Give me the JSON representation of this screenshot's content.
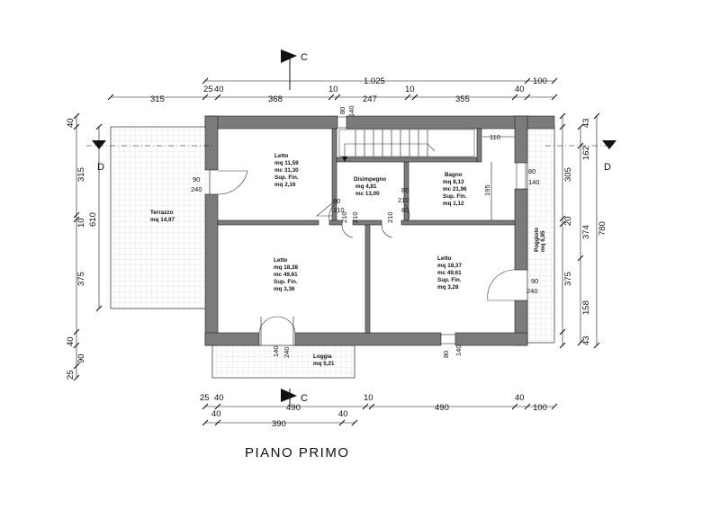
{
  "plan": {
    "title": "PIANO PRIMO",
    "section_c": "C",
    "section_d": "D"
  },
  "rooms": {
    "letto1": [
      "Letto",
      "mq 11,59",
      "mc 31,30",
      "Sup. Fin.",
      "mq 2,16"
    ],
    "disimpegno": [
      "Disimpegno",
      "mq 4,81",
      "mc 13,00"
    ],
    "bagno": [
      "Bagno",
      "mq 8,13",
      "mc 21,96",
      "Sup. Fin.",
      "mq 1,12"
    ],
    "terrazzo": [
      "Terrazzo",
      "mq 14,97"
    ],
    "letto2": [
      "Letto",
      "mq 18,38",
      "mc 49,61",
      "Sup. Fin.",
      "mq 3,36"
    ],
    "letto3": [
      "Letto",
      "mq 18,37",
      "mc 49,61",
      "Sup. Fin.",
      "mq 3,28"
    ],
    "loggia": [
      "Loggia",
      "mq 5,21"
    ],
    "poggiolo": [
      "Poggiolo",
      "mq 6,95"
    ]
  },
  "dims": {
    "top_total": "1.025",
    "top_right_ext": "100",
    "top_row": [
      "315",
      "25",
      "40",
      "368",
      "10",
      "247",
      "10",
      "355",
      "40"
    ],
    "bottom_row1": [
      "25",
      "40",
      "490",
      "10",
      "490",
      "40",
      "100"
    ],
    "bottom_row2": [
      "40",
      "390",
      "40"
    ],
    "left_outer": [
      "40",
      "315",
      "10",
      "375",
      "40",
      "90",
      "25"
    ],
    "left_inner": "610",
    "right_inner": [
      "43",
      "305",
      "20",
      "375",
      "43"
    ],
    "right_mid": [
      "162",
      "374",
      "158"
    ],
    "right_total": "780",
    "openings": [
      "80",
      "140",
      "90",
      "240",
      "80",
      "210",
      "80",
      "210",
      "80",
      "210",
      "210",
      "210",
      "80",
      "140",
      "195",
      "110",
      "90",
      "240",
      "140",
      "240",
      "80",
      "140"
    ]
  }
}
